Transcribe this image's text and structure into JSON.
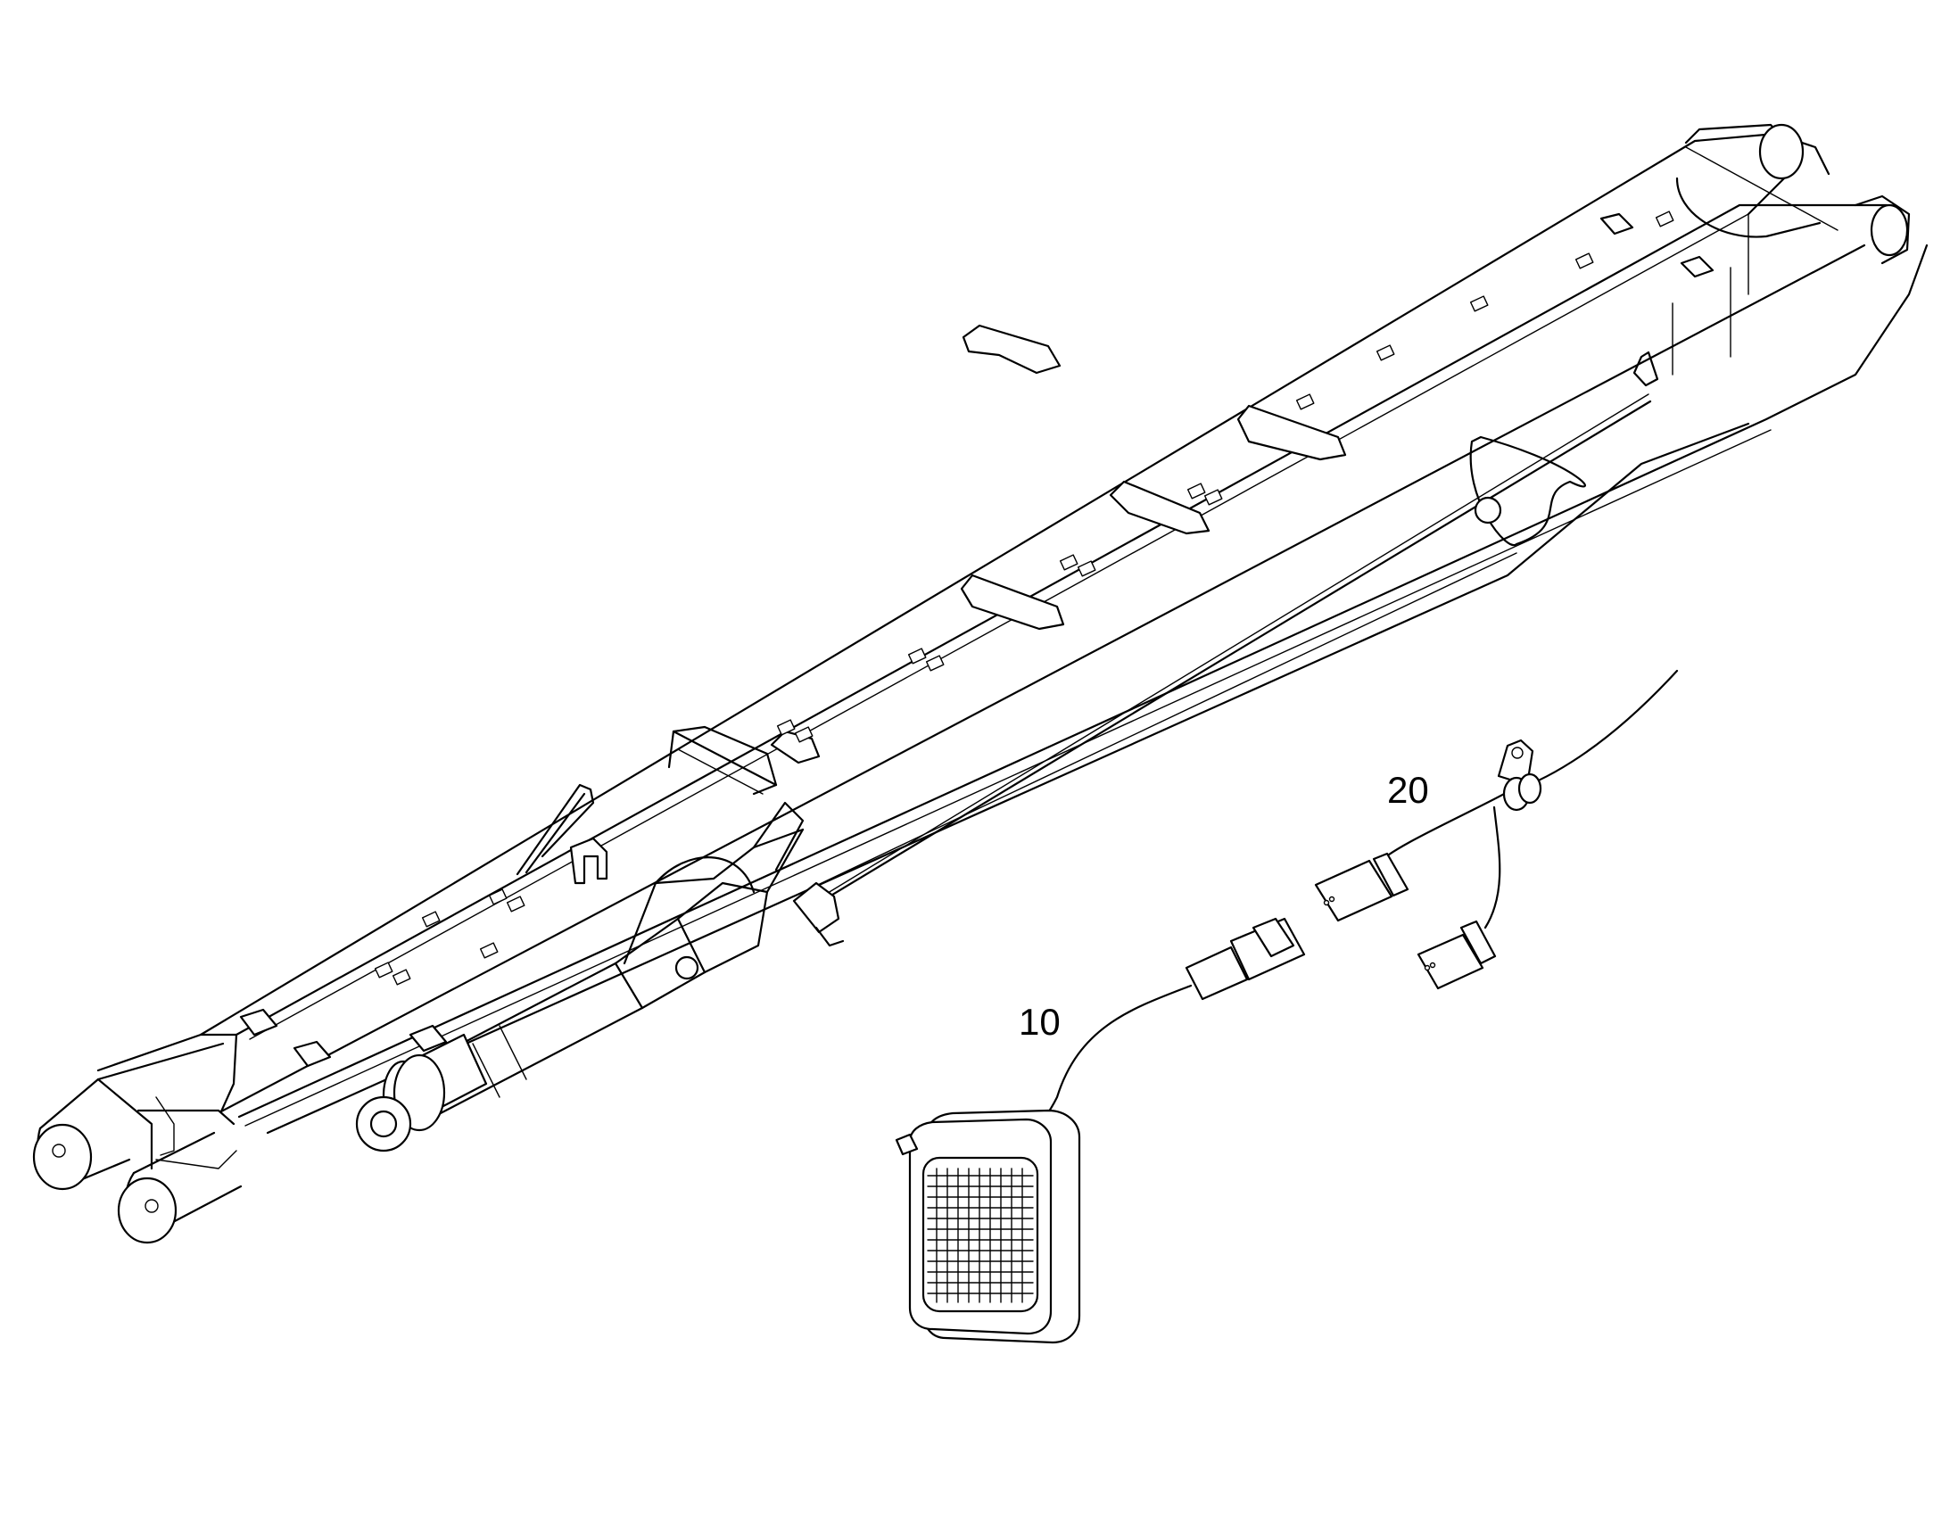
{
  "callouts": [
    {
      "id": "work-light",
      "label": "10"
    },
    {
      "id": "wiring-harness",
      "label": "20"
    }
  ],
  "colors": {
    "line": "#000000",
    "background": "#ffffff"
  }
}
